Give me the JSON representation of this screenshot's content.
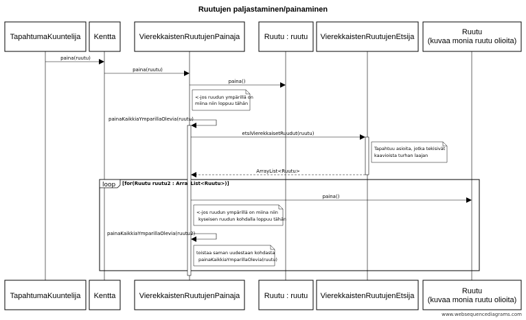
{
  "title": "Ruutujen paljastaminen/painaminen",
  "footer": "www.websequencediagrams.com",
  "participants": [
    {
      "name": "TapahtumaKuuntelija",
      "lines": [
        "TapahtumaKuuntelija"
      ]
    },
    {
      "name": "Kentta",
      "lines": [
        "Kentta"
      ]
    },
    {
      "name": "VierekkaistenRuutujenPainaja",
      "lines": [
        "VierekkaistenRuutujenPainaja"
      ]
    },
    {
      "name": "Ruutu : ruutu",
      "lines": [
        "Ruutu : ruutu"
      ]
    },
    {
      "name": "VierekkaistenRuutujenEtsija",
      "lines": [
        "VierekkaistenRuutujenEtsija"
      ]
    },
    {
      "name": "Ruutu",
      "lines": [
        "Ruutu",
        "(kuvaa monia ruutu olioita)"
      ]
    }
  ],
  "messages": [
    {
      "label": "paina(ruutu)",
      "from": 0,
      "to": 1,
      "style": "solid"
    },
    {
      "label": "paina(ruutu)",
      "from": 1,
      "to": 2,
      "style": "solid"
    },
    {
      "label": "paina()",
      "from": 2,
      "to": 3,
      "style": "solid"
    },
    {
      "label": "painaKaikkiaYmparillaOlevia(ruutu)",
      "from": 2,
      "to": 2,
      "style": "self"
    },
    {
      "label": "etsiVierekkaisetRuudut(ruutu)",
      "from": 2,
      "to": 4,
      "style": "solid"
    },
    {
      "label": "ArrayList<Ruutu>",
      "from": 4,
      "to": 2,
      "style": "dashed"
    },
    {
      "label": "paina()",
      "from": 2,
      "to": 5,
      "style": "solid"
    },
    {
      "label": "painaKaikkiaYmparillaOlevia(ruutu2)",
      "from": 2,
      "to": 2,
      "style": "self"
    }
  ],
  "notes": [
    {
      "lines": [
        "<-jos ruudun ympärillä on",
        "miina niin loppuu tähän"
      ]
    },
    {
      "lines": [
        "Tapahtuu asioita, jotka tekisivät",
        "kaavioista turhan laajan"
      ]
    },
    {
      "lines": [
        "<-jos ruudun ympärillä on miina niin",
        "kyseisen ruudun kohdalla loppuu tähän"
      ]
    },
    {
      "lines": [
        "toistaa saman uudestaan kohdasta",
        "painaKaikkiaYmparillaOlevia(ruutu)"
      ]
    }
  ],
  "loop": {
    "label": "loop",
    "condition": "[for(Ruutu ruutu2 : ArrayList<Ruutu>)]"
  }
}
